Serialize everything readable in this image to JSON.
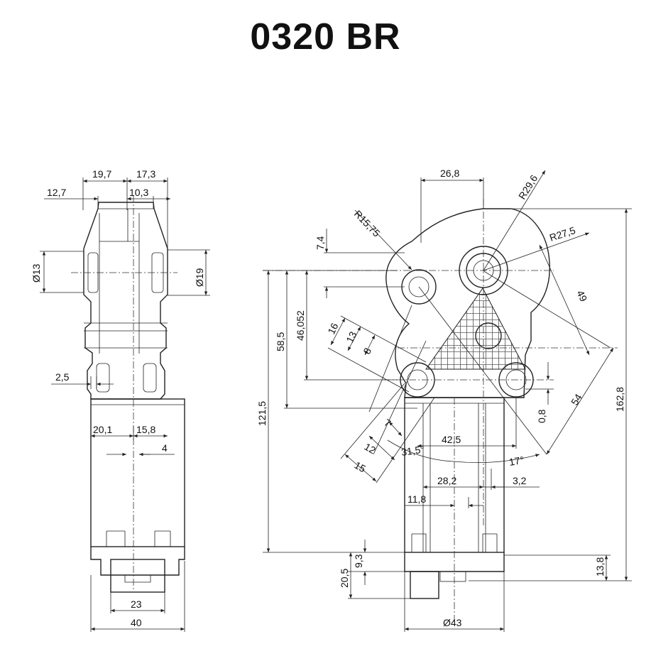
{
  "title": "0320 BR",
  "side_view": {
    "dims": {
      "w19_7": "19,7",
      "w17_3": "17,3",
      "w12_7": "12,7",
      "w10_3": "10,3",
      "d_left": "Ø13",
      "d_right": "Ø19",
      "w2_5": "2,5",
      "w20_1": "20,1",
      "w15_8": "15,8",
      "w4": "4",
      "w23": "23",
      "w40": "40"
    }
  },
  "front_view": {
    "dims": {
      "w26_8": "26,8",
      "r29_6": "R29,6",
      "r15_75": "R15,75",
      "r27_5": "R27,5",
      "v7_4": "7,4",
      "v49": "49",
      "v58_5": "58,5",
      "v46_052": "46,052",
      "v16": "16",
      "v13": "13",
      "v8": "8",
      "v121_5": "121,5",
      "v162_8": "162,8",
      "v0_8": "0,8",
      "v54": "54",
      "v7": "7",
      "v12": "12",
      "v15": "15",
      "a31_5": "31,5°",
      "w42_5": "42,5",
      "a17": "17°",
      "w28_2": "28,2",
      "w3_2": "3,2",
      "w11_8": "11,8",
      "v20_5": "20,5",
      "v9_3": "9,3",
      "v13_8": "13,8",
      "d43": "Ø43"
    }
  }
}
